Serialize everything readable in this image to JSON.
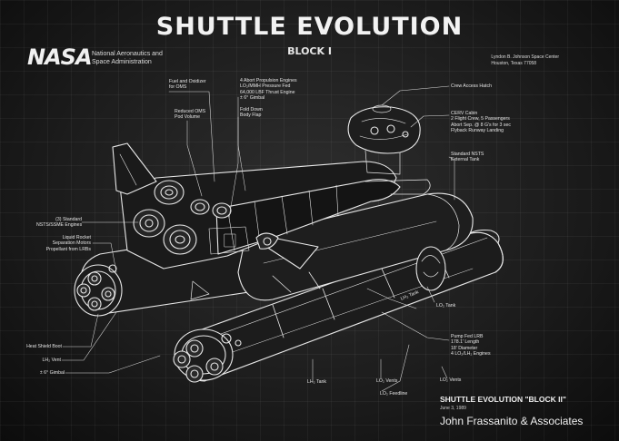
{
  "title": "SHUTTLE EVOLUTION",
  "subtitle": "BLOCK I",
  "logo": "NASA",
  "agency": [
    "National Aeronautics and",
    "Space Administration"
  ],
  "center": [
    "Lyndon B. Johnson Space Center",
    "Houston, Texas 77058"
  ],
  "labels": {
    "fuel_oxidizer": [
      "Fuel and Oxidizer",
      "for OMS"
    ],
    "reduced_oms": [
      "Reduced OMS",
      "Pod Volume"
    ],
    "abort_engines": [
      "4 Abort Propulsion Engines",
      "LO₂/MMH Pressure Fed",
      "64,000 LBF Thrust Engine",
      "± 6° Gimbal"
    ],
    "fold_down": [
      "Fold Down",
      "Body Flap"
    ],
    "crew_hatch": [
      "Crew Access Hatch"
    ],
    "cerv": [
      "CERV Cabin",
      "2 Flight Crew, 5 Passengers",
      "Abort Sep. @ 8 G's for 3 sec",
      "Flyback Runway Landing"
    ],
    "standard_nsts": [
      "Standard NSTS",
      "External Tank"
    ],
    "ssme": [
      "(3) Standard",
      "NSTS/SSME Engines"
    ],
    "separation_motors": [
      "Liquid Rocket",
      "Separation Motors",
      "Propellant from LRBs"
    ],
    "lo2_tank_r": [
      "LO₂ Tank"
    ],
    "lh2_tank_diag": [
      "LH₂ Tank"
    ],
    "pump_fed": [
      "Pump Fed LRB",
      "178.1' Length",
      "18' Diameter",
      "4 LO₂/LH₂ Engines"
    ],
    "heat_shield": [
      "Heat Shield Boot"
    ],
    "lh2_vent": [
      "LH₂ Vent"
    ],
    "gimbal": [
      "± 6° Gimbal"
    ],
    "lh2_tank_b": [
      "LH₂ Tank"
    ],
    "lo2_vents": [
      "LO₂ Vents"
    ],
    "lo2_feedline": [
      "LO₂ Feedline"
    ],
    "lo2_vents_r": [
      "LO₂ Vents"
    ]
  },
  "footer": {
    "title": "SHUTTLE EVOLUTION \"BLOCK II\"",
    "date": "June 3, 1989",
    "credit": "John Frassanito & Associates"
  }
}
